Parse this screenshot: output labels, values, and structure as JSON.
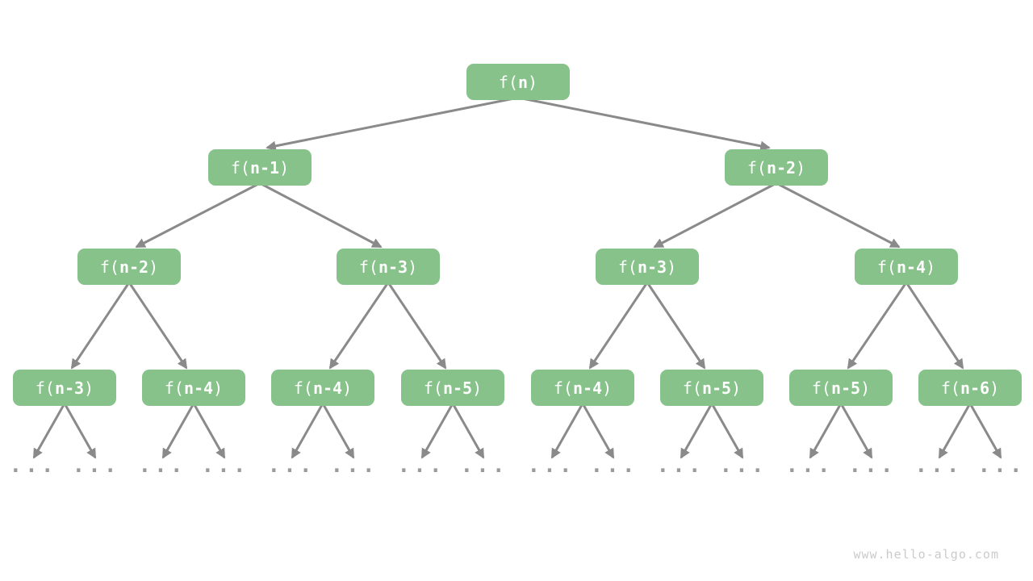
{
  "diagram": {
    "levels": [
      [
        {
          "pre": "f(",
          "arg": "n",
          "post": ")"
        }
      ],
      [
        {
          "pre": "f(",
          "arg": "n-1",
          "post": ")"
        },
        {
          "pre": "f(",
          "arg": "n-2",
          "post": ")"
        }
      ],
      [
        {
          "pre": "f(",
          "arg": "n-2",
          "post": ")"
        },
        {
          "pre": "f(",
          "arg": "n-3",
          "post": ")"
        },
        {
          "pre": "f(",
          "arg": "n-3",
          "post": ")"
        },
        {
          "pre": "f(",
          "arg": "n-4",
          "post": ")"
        }
      ],
      [
        {
          "pre": "f(",
          "arg": "n-3",
          "post": ")"
        },
        {
          "pre": "f(",
          "arg": "n-4",
          "post": ")"
        },
        {
          "pre": "f(",
          "arg": "n-4",
          "post": ")"
        },
        {
          "pre": "f(",
          "arg": "n-5",
          "post": ")"
        },
        {
          "pre": "f(",
          "arg": "n-4",
          "post": ")"
        },
        {
          "pre": "f(",
          "arg": "n-5",
          "post": ")"
        },
        {
          "pre": "f(",
          "arg": "n-5",
          "post": ")"
        },
        {
          "pre": "f(",
          "arg": "n-6",
          "post": ")"
        }
      ]
    ],
    "ellipsis": {
      "label": "...",
      "count": 16
    },
    "colors": {
      "background": "#ffffff",
      "node_fill": "#87c28a",
      "node_text": "#ffffff",
      "edge": "#8a8a8a",
      "ellipsis": "#9b9b9b",
      "watermark": "#cbcbcb"
    }
  },
  "watermark": {
    "text": "www.hello-algo.com"
  }
}
